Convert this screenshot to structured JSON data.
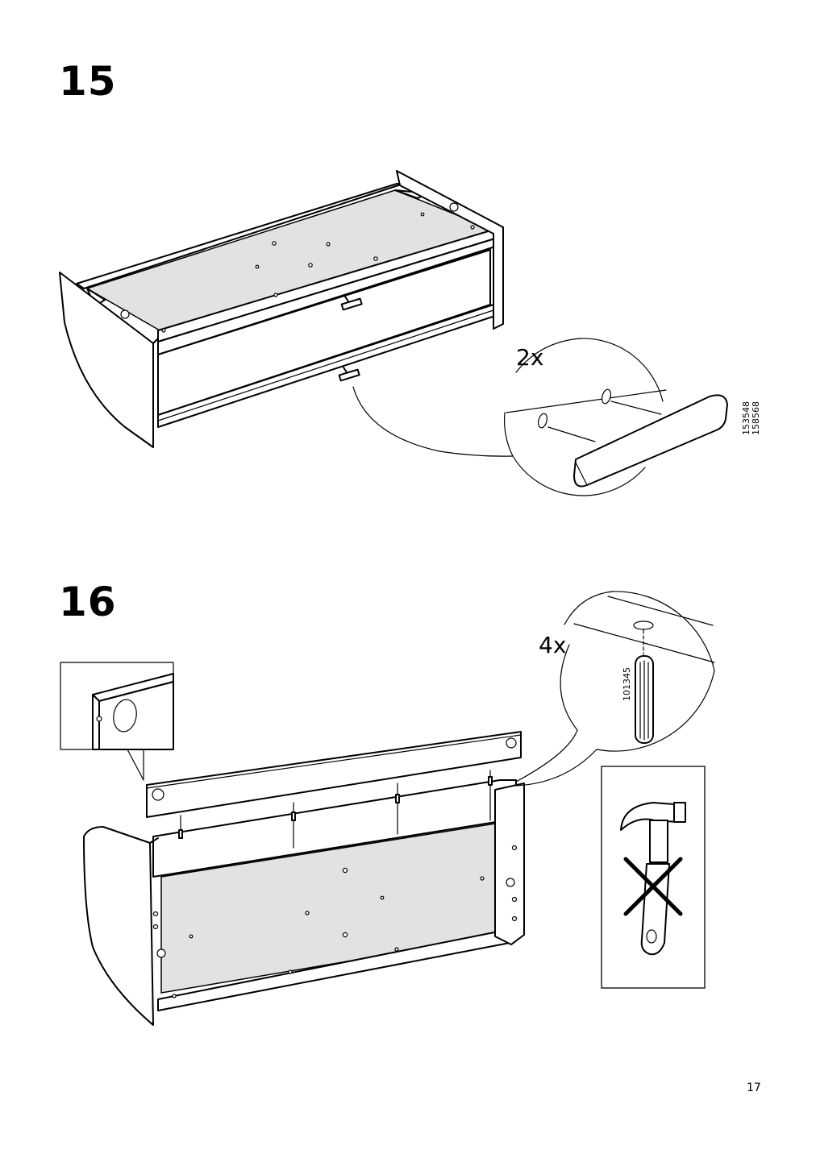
{
  "steps": [
    {
      "number": "15",
      "quantity": "2x",
      "part_numbers": "153548\n158568"
    },
    {
      "number": "16",
      "quantity": "4x",
      "part_numbers": "101345"
    }
  ],
  "page_number": "17",
  "icons": [
    "hammer-icon",
    "do-not-icon"
  ]
}
